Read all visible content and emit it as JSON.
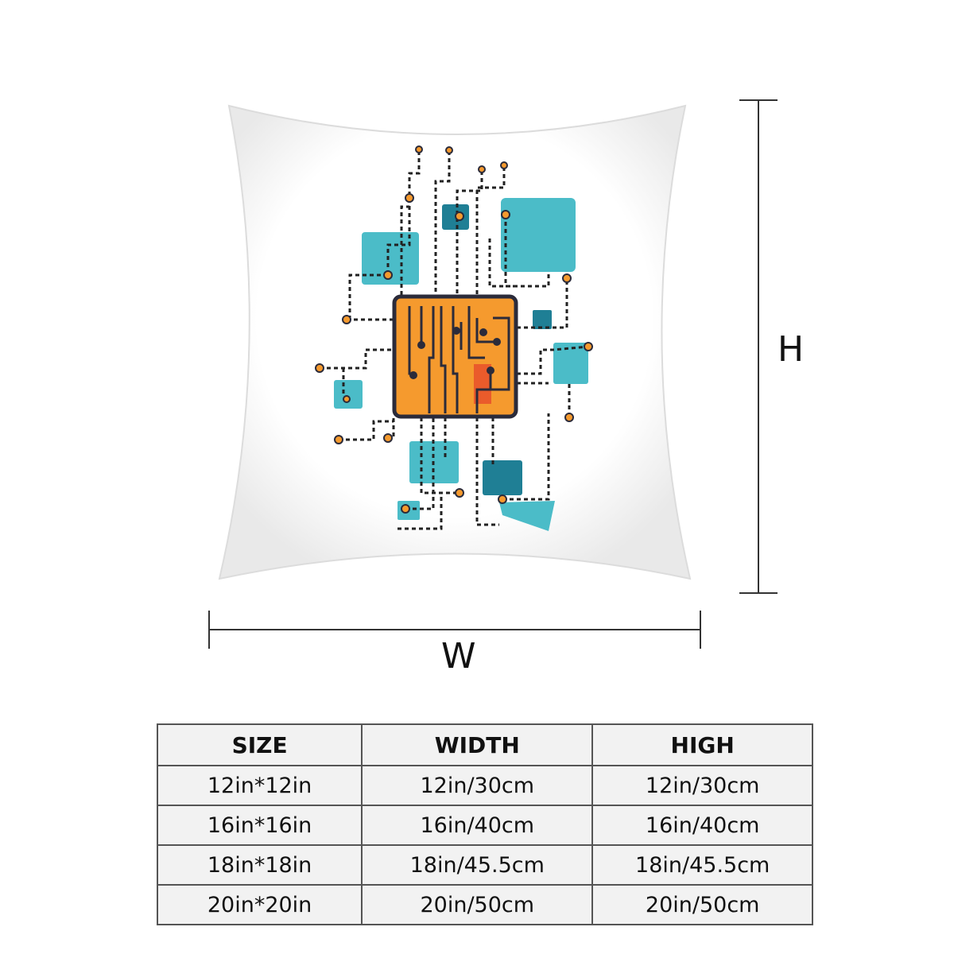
{
  "dimension_labels": {
    "height": "H",
    "width": "W"
  },
  "table": {
    "headers": [
      "SIZE",
      "WIDTH",
      "HIGH"
    ],
    "rows": [
      [
        "12in*12in",
        "12in/30cm",
        "12in/30cm"
      ],
      [
        "16in*16in",
        "16in/40cm",
        "16in/40cm"
      ],
      [
        "18in*18in",
        "18in/45.5cm",
        "18in/45.5cm"
      ],
      [
        "20in*20in",
        "20in/50cm",
        "20in/50cm"
      ]
    ]
  },
  "colors": {
    "teal": "#4bbcc8",
    "dark_teal": "#1f7f95",
    "orange": "#f59a2e",
    "red_orange": "#e8502a",
    "outline": "#2b2b3a",
    "trace": "#222222"
  }
}
